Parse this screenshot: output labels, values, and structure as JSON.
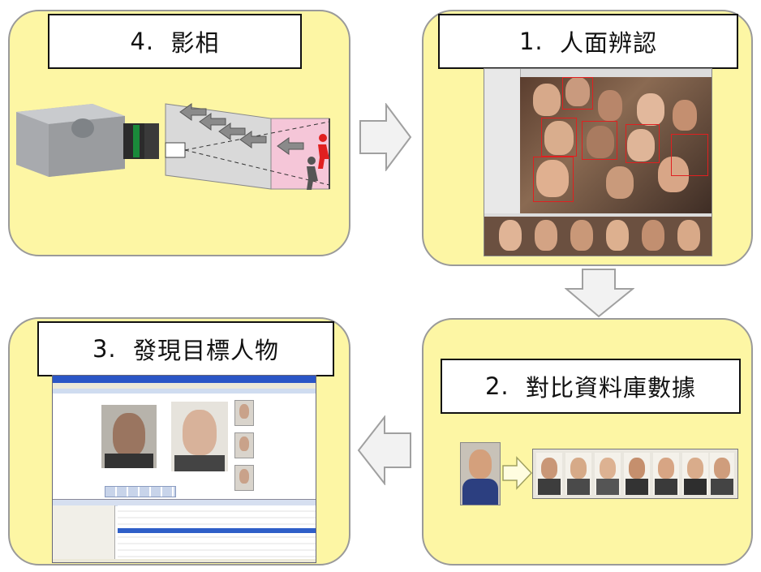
{
  "steps": [
    {
      "number": "4.",
      "title": "影相"
    },
    {
      "number": "1.",
      "title": "人面辨認"
    },
    {
      "number": "2.",
      "title": "對比資料庫數據"
    },
    {
      "number": "3.",
      "title": "發現目標人物"
    }
  ],
  "colors": {
    "panel": "#fdf6a4",
    "panel_border": "#9a9a9a",
    "arrow_fill": "#f2f2f2",
    "arrow_stroke": "#a0a0a0"
  }
}
